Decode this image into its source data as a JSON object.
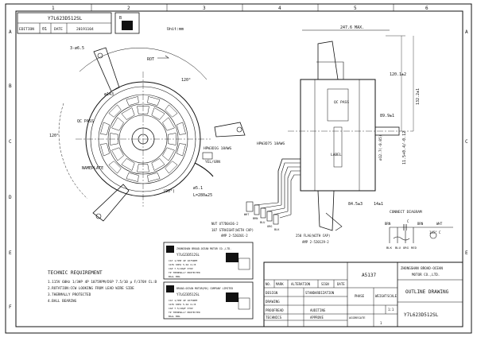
{
  "drawing": {
    "part_number_header": "Y7L623D512SL",
    "edition_label": "EDITION",
    "edition_value": "01",
    "date_label": "DATE",
    "date_value": "20191104",
    "b_label": "B",
    "unit": "Unit:mm",
    "grid_columns": [
      "1",
      "2",
      "3",
      "4",
      "5",
      "6"
    ],
    "grid_rows": [
      "A",
      "B",
      "C",
      "D",
      "E",
      "F"
    ]
  },
  "front_view": {
    "hole_spec": "3-ø6.5",
    "rot_label": "ROT",
    "diameter": "ø143",
    "qc_pass": "QC PASS",
    "angle_120": "120°",
    "angle_120b": "120°",
    "angle_90": "(90°)",
    "nameplate": "NAMEPLATE",
    "grommet": "HPW3D1G 18AWG",
    "lead_color": "YEL/GRN",
    "ground_dia": "ø5.1",
    "ground_len": "L=280±25"
  },
  "side_view": {
    "overall_len": "247.6 MAX.",
    "dim_120": "120.1±2",
    "dim_132": "132.2±1",
    "dim_89": "89.9±1",
    "shaft_dim": "11.5+0.4/-0.12",
    "shaft_dia": "ø12.7(-0.05)",
    "dim_84": "84.5±3",
    "dim_14": "14±1",
    "lead_wire": "HPW3D75 18AWG",
    "qc_pass": "QC PASS",
    "label_band": "LABEL"
  },
  "leads": {
    "nut": "NUT UT7D0436-2",
    "cap_straight": "187 STRAIGHT(WITH CAP)",
    "amp_a": "AMP 2-520201-2",
    "cap_flag": "250 FLAG(WITH CAP)",
    "amp_b": "AMP 2-520129-2",
    "terminal_colors": [
      "WHT",
      "BRN",
      "BLU",
      "ORG",
      "BLK"
    ],
    "bottom_colors": [
      "BLK",
      "BRN",
      "BLU",
      "RED",
      "ORG"
    ]
  },
  "connect_diagram": {
    "title": "CONNECT DIAGRAM",
    "brn": "BRN",
    "c": "C",
    "brn2": "BRN",
    "wht": "WHT",
    "temp": "145° C",
    "taps": [
      "BLK",
      "BLU",
      "ORG",
      "RED"
    ]
  },
  "technic": {
    "title": "TECHNIC REQUIREMENT",
    "items": [
      "1.115V 60Hz 1/3HP 4P 1075RPM/DSP 7.5/10 μ F/370V CL:B",
      "2.ROTATION:CCW LOOKING FROM LEAD WIRE SIDE",
      "3.THERMALLY PROTECTED",
      "4.BALL BEARING"
    ]
  },
  "nameplate_labels": [
    {
      "company": "ZHONGSHAN BROAD-OCEAN MOTOR CO.,LTD.",
      "model": "Y7L623D512SL",
      "lines": [
        "CAT 1/3HP 4P 1075RPM",
        "115V 60Hz 5.0A CL:B",
        "CAP 7.5/10μF 370V",
        "TP THERMALLY PROTECTED",
        "BALL BRG"
      ]
    },
    {
      "company": "BROAD-OCEAN MOTOR(MX) COMPANY LIMITED",
      "model": "Y7L623D512SL",
      "lines": [
        "CAT 1/3HP 4P 1075RPM",
        "115V 60Hz 5.0A CL:B",
        "CAP 7.5/10μF 370V",
        "TP THERMALLY PROTECTED",
        "BALL BRG"
      ]
    }
  ],
  "title_block": {
    "revision_headers": [
      "NO.",
      "MARK",
      "ALTERATION",
      "SIGN",
      "DATE"
    ],
    "rows": [
      {
        "role": "DESIGN",
        "stamp": "STANDARDIZATION"
      },
      {
        "role": "DRAWING",
        "stamp": ""
      },
      {
        "role": "PROOFREAD",
        "stamp": "AUDITING"
      },
      {
        "role": "TECHNICS",
        "stamp": "APPROVE"
      }
    ],
    "part_code": "A5137",
    "phase_label": "PHASE",
    "weight_label": "WEIGHT",
    "scale_label": "SCALE",
    "scale_value": "1:1",
    "aggregate_label": "AGGREGATE",
    "page_value": "1",
    "company": "ZHONGSHAN BROAD-OCEAN MOTOR CO.,LTD.",
    "drawing_type": "OUTLINE DRAWING",
    "part_number": "Y7L623D512SL"
  }
}
